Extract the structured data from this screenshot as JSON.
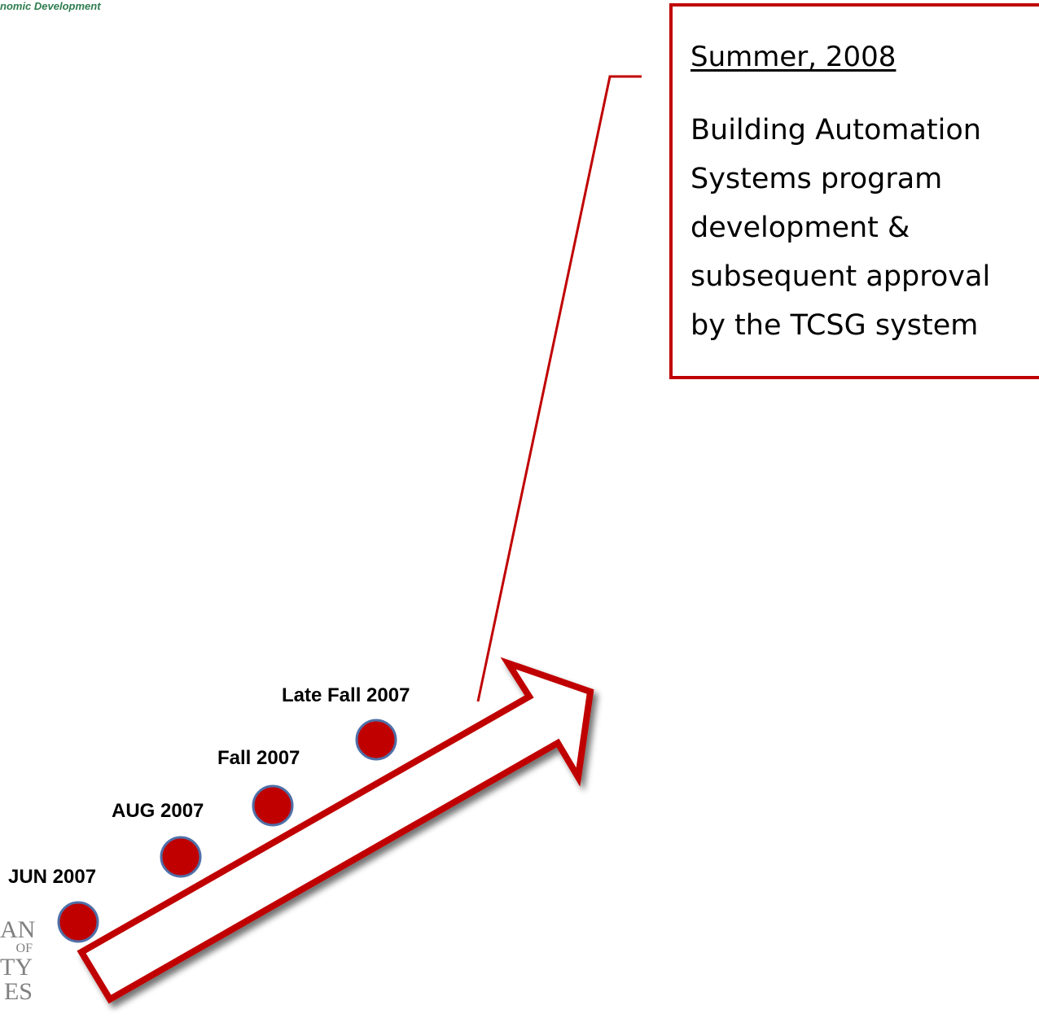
{
  "header": {
    "fragment": "nomic Development"
  },
  "logo": {
    "lines": [
      "AN",
      "OF",
      "TY",
      "ES"
    ]
  },
  "milestones": [
    {
      "label": "JUN 2007"
    },
    {
      "label": "AUG 2007"
    },
    {
      "label": "Fall 2007"
    },
    {
      "label": "Late Fall 2007"
    }
  ],
  "callout": {
    "title": "Summer, 2008",
    "body": "Building Automation\nSystems program\ndevelopment &\nsubsequent approval\nby the TCSG system"
  },
  "colors": {
    "accent": "#c00000",
    "dot_fill": "#c00000",
    "dot_stroke": "#4f6fa8",
    "header_text": "#2e7d4f",
    "logo_text": "#808080"
  },
  "icons": {
    "timeline_arrow": "arrow-icon",
    "milestone_dot": "circle-icon"
  }
}
